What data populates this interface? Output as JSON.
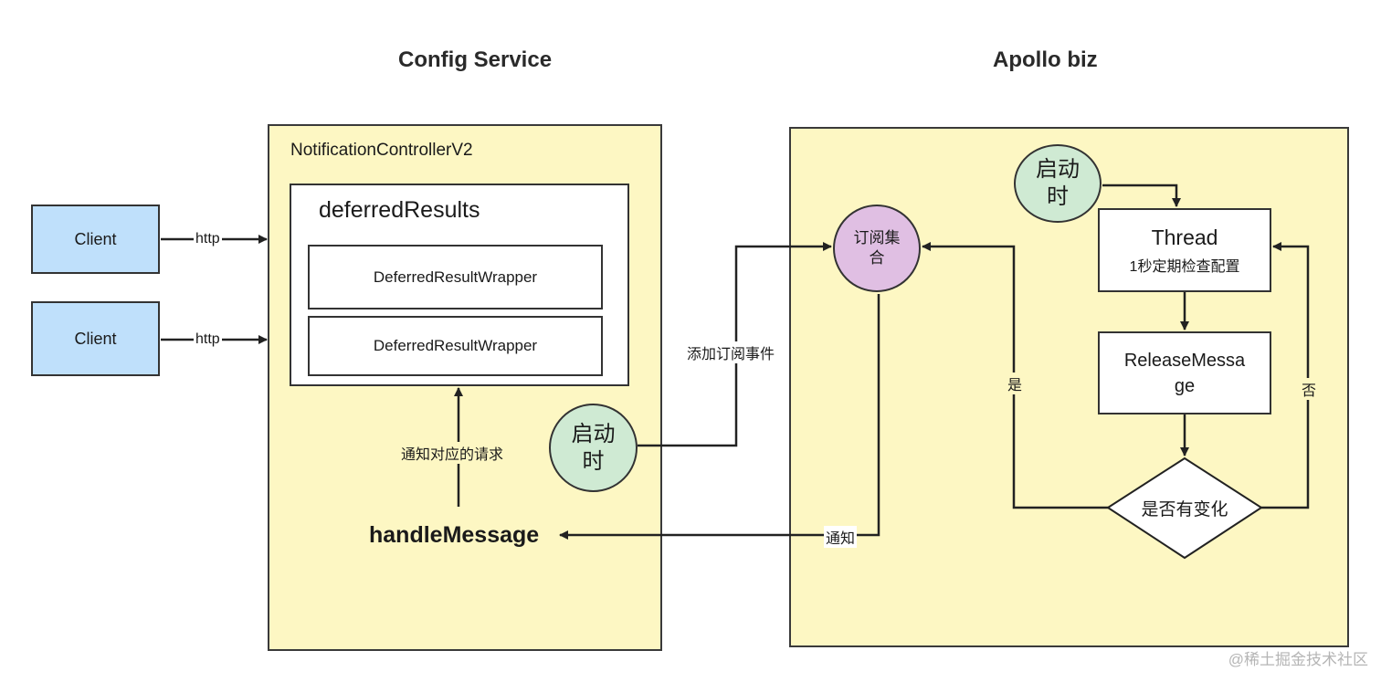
{
  "titles": {
    "config_service": "Config Service",
    "apollo_biz": "Apollo biz"
  },
  "clients": [
    "Client",
    "Client"
  ],
  "edges": {
    "http": "http",
    "add_subscription": "添加订阅事件",
    "notify_request": "通知对应的请求",
    "notify": "通知",
    "yes": "是",
    "no": "否"
  },
  "config": {
    "controller": "NotificationControllerV2",
    "deferred_results": "deferredResults",
    "wrappers": [
      "DeferredResultWrapper",
      "DeferredResultWrapper"
    ],
    "handle_message": "handleMessage",
    "startup_line1": "启动",
    "startup_line2": "时"
  },
  "biz": {
    "startup_line1": "启动",
    "startup_line2": "时",
    "subscriptions_line1": "订阅集",
    "subscriptions_line2": "合",
    "thread": "Thread",
    "thread_desc": "1秒定期检查配置",
    "release_line1": "ReleaseMessa",
    "release_line2": "ge",
    "decision": "是否有变化"
  },
  "watermark": "@稀土掘金技术社区"
}
